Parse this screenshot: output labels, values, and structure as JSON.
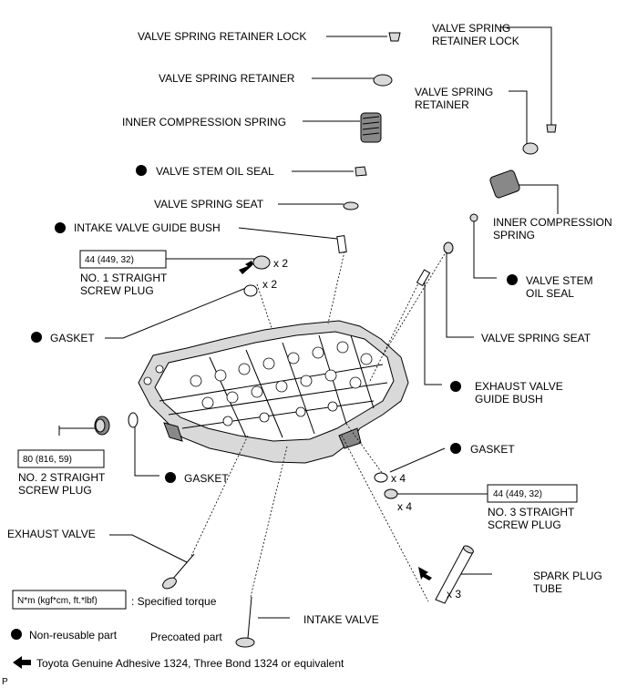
{
  "labels": {
    "retainer_lock_left": "VALVE SPRING RETAINER LOCK",
    "retainer_left": "VALVE SPRING RETAINER",
    "inner_spring_left": "INNER COMPRESSION SPRING",
    "stem_seal_left": "VALVE STEM OIL SEAL",
    "spring_seat_left": "VALVE SPRING SEAT",
    "intake_guide_bush": "INTAKE VALVE GUIDE BUSH",
    "torque_no1": "44 (449, 32)",
    "plug_no1_line1": "NO. 1 STRAIGHT",
    "plug_no1_line2": "SCREW PLUG",
    "qty_plug1": "x 2",
    "qty_gasket1": "x 2",
    "gasket_left": "GASKET",
    "torque_no2": "80 (816, 59)",
    "plug_no2_line1": "NO. 2 STRAIGHT",
    "plug_no2_line2": "SCREW PLUG",
    "gasket_middle": "GASKET",
    "exhaust_valve": "EXHAUST VALVE",
    "intake_valve": "INTAKE VALVE",
    "retainer_lock_right_line1": "VALVE SPRING",
    "retainer_lock_right_line2": "RETAINER LOCK",
    "retainer_right_line1": "VALVE SPRING",
    "retainer_right_line2": "RETAINER",
    "inner_spring_right_line1": "INNER COMPRESSION",
    "inner_spring_right_line2": "SPRING",
    "stem_seal_right_line1": "VALVE STEM",
    "stem_seal_right_line2": "OIL SEAL",
    "spring_seat_right": "VALVE SPRING SEAT",
    "exhaust_guide_line1": "EXHAUST VALVE",
    "exhaust_guide_line2": "GUIDE BUSH",
    "gasket_right": "GASKET",
    "qty_gasket3": "x 4",
    "qty_plug3": "x 4",
    "torque_no3": "44 (449, 32)",
    "plug_no3_line1": "NO. 3 STRAIGHT",
    "plug_no3_line2": "SCREW PLUG",
    "spark_tube_line1": "SPARK PLUG",
    "spark_tube_line2": "TUBE",
    "qty_spark": "x 3"
  },
  "legend": {
    "torque_unit": "N*m (kgf*cm, ft.*lbf)",
    "torque_desc": ": Specified torque",
    "non_reusable": "Non-reusable part",
    "precoated": "Precoated part",
    "adhesive": "Toyota Genuine Adhesive 1324, Three Bond 1324 or equivalent"
  },
  "footer_mark": "P"
}
